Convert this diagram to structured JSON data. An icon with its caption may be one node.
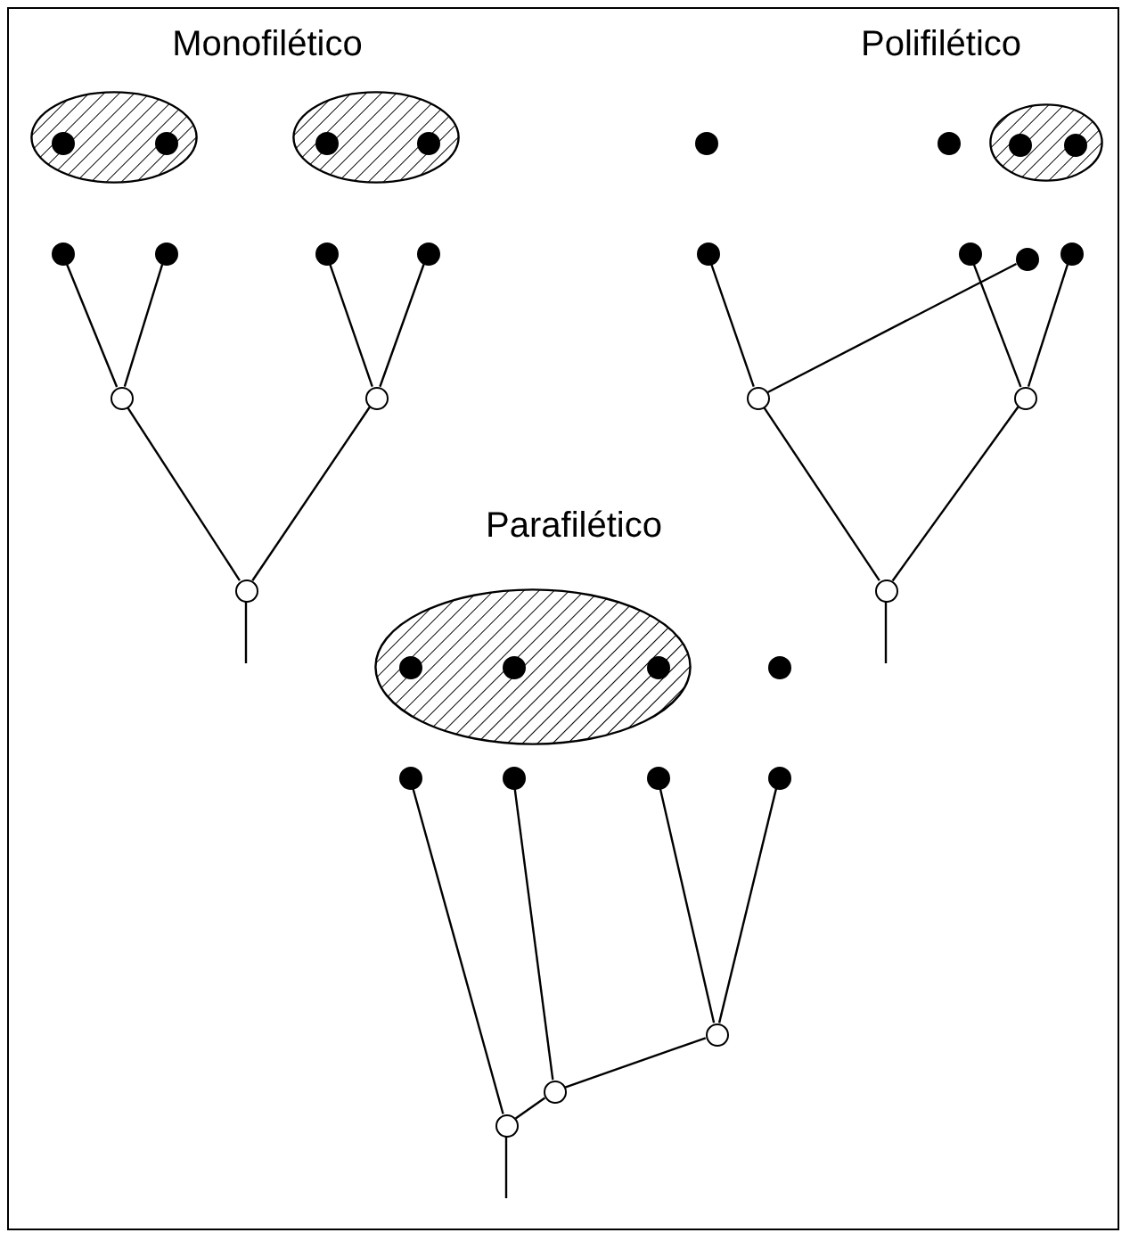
{
  "diagram": {
    "nodes": [
      {
        "text": [],
        "shape": "ellipse"
      },
      {
        "text": [],
        "shape": "circle",
        "in": 0
      },
      {
        "text": [],
        "shape": "circle",
        "in": 0
      },
      {
        "text": [],
        "shape": "ellipse"
      },
      {
        "text": [],
        "shape": "circle",
        "in": 3
      },
      {
        "text": [],
        "shape": "circle",
        "in": 3
      },
      {
        "text": [],
        "shape": "circle"
      },
      {
        "text": [],
        "shape": "circle"
      },
      {
        "text": [],
        "shape": "circle"
      },
      {
        "text": [],
        "shape": "circle"
      },
      {
        "text": [],
        "shape": "circle"
      },
      {
        "text": [],
        "shape": "circle"
      },
      {
        "text": [],
        "shape": "circle"
      },
      {
        "text": [],
        "shape": "circle"
      },
      {
        "text": [],
        "shape": "circle"
      },
      {
        "text": [],
        "shape": "ellipse"
      },
      {
        "text": [],
        "shape": "circle",
        "in": 15
      },
      {
        "text": [],
        "shape": "circle",
        "in": 15
      },
      {
        "text": [],
        "shape": "circle"
      },
      {
        "text": [],
        "shape": "circle"
      },
      {
        "text": [],
        "shape": "circle"
      },
      {
        "text": [],
        "shape": "circle"
      },
      {
        "text": [],
        "shape": "circle"
      },
      {
        "text": [],
        "shape": "circle"
      },
      {
        "text": [],
        "shape": "circle"
      },
      {
        "text": [],
        "shape": "ellipse"
      },
      {
        "text": [],
        "shape": "circle",
        "in": 25
      },
      {
        "text": [],
        "shape": "circle",
        "in": 25
      },
      {
        "text": [],
        "shape": "circle",
        "in": 25
      },
      {
        "text": [],
        "shape": "circle"
      },
      {
        "text": [],
        "shape": "circle"
      },
      {
        "text": [],
        "shape": "circle"
      },
      {
        "text": [],
        "shape": "circle"
      },
      {
        "text": [],
        "shape": "circle"
      },
      {
        "text": [],
        "shape": "circle"
      },
      {
        "text": [],
        "shape": "circle"
      },
      {
        "text": [],
        "shape": "circle"
      }
    ],
    "edges": [
      {
        "from": 10,
        "to": 6,
        "arrow": "none"
      },
      {
        "from": 10,
        "to": 7,
        "arrow": "none"
      },
      {
        "from": 11,
        "to": 8,
        "arrow": "none"
      },
      {
        "from": 11,
        "to": 9,
        "arrow": "none"
      },
      {
        "from": 12,
        "to": 10,
        "arrow": "none"
      },
      {
        "from": 12,
        "to": 11,
        "arrow": "none"
      },
      {
        "from": null,
        "to": 12,
        "arrow": "none"
      },
      {
        "from": 22,
        "to": 18,
        "arrow": "none"
      },
      {
        "from": 22,
        "to": 20,
        "arrow": "none"
      },
      {
        "from": 23,
        "to": 19,
        "arrow": "none"
      },
      {
        "from": 23,
        "to": 21,
        "arrow": "none"
      },
      {
        "from": 24,
        "to": 22,
        "arrow": "none"
      },
      {
        "from": 24,
        "to": 23,
        "arrow": "none"
      },
      {
        "from": null,
        "to": 24,
        "arrow": "none"
      },
      {
        "from": 34,
        "to": 32,
        "arrow": "none"
      },
      {
        "from": 34,
        "to": 33,
        "arrow": "none"
      },
      {
        "from": 35,
        "to": 31,
        "arrow": "none"
      },
      {
        "from": 35,
        "to": 34,
        "arrow": "none"
      },
      {
        "from": 36,
        "to": 30,
        "arrow": "none"
      },
      {
        "from": 36,
        "to": 35,
        "arrow": "none"
      },
      {
        "from": null,
        "to": 36,
        "arrow": "none"
      }
    ],
    "labels": [
      "Monofilético",
      "Polifilético",
      "Parafilético"
    ]
  }
}
